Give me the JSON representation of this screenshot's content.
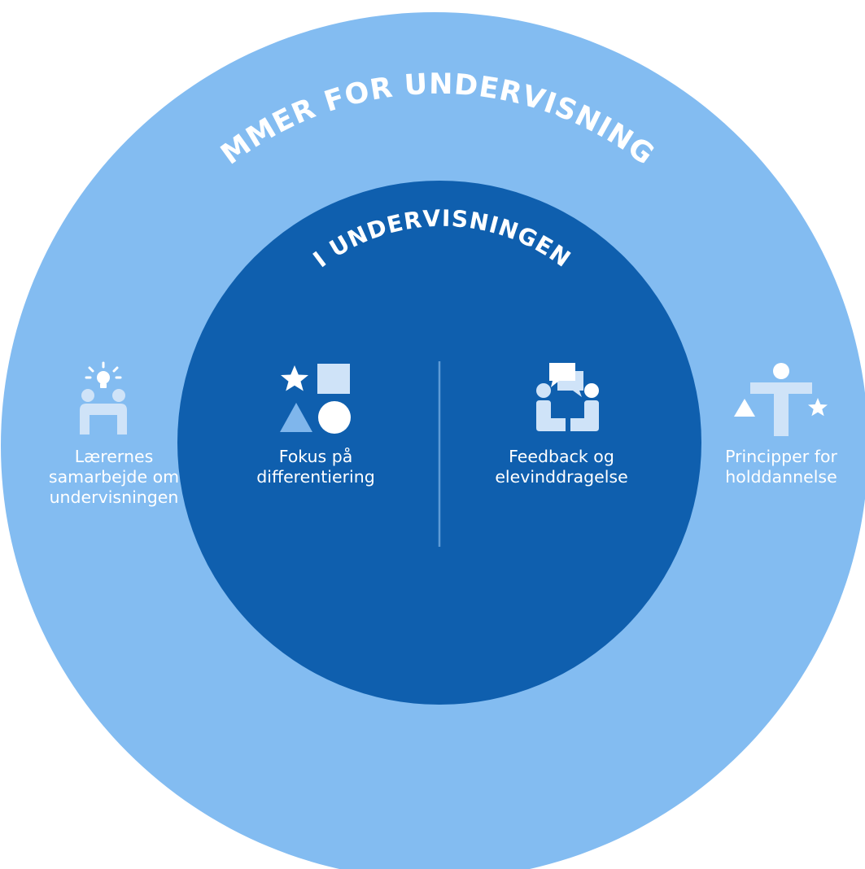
{
  "colors": {
    "outer_circle": "#83BCF1",
    "inner_circle": "#0F5FAE",
    "icon_light": "#CFE3F8",
    "icon_white": "#FFFFFF",
    "icon_mid": "#7FB6EC",
    "divider": "#5F9BD6"
  },
  "outer": {
    "title": "RAMMER FOR UNDERVISNINGEN"
  },
  "inner": {
    "title": "I UNDERVISNINGEN"
  },
  "items": {
    "left_outer": {
      "icon": "collaboration-lightbulb-icon",
      "lines": [
        "Lærernes",
        "samarbejde om",
        "undervisningen"
      ]
    },
    "inner_left": {
      "icon": "shapes-icon",
      "lines": [
        "Fokus på",
        "differentiering"
      ]
    },
    "inner_right": {
      "icon": "feedback-chat-icon",
      "lines": [
        "Feedback og",
        "elevinddragelse"
      ]
    },
    "right_outer": {
      "icon": "balance-principles-icon",
      "lines": [
        "Principper for",
        "holddannelse"
      ]
    }
  }
}
